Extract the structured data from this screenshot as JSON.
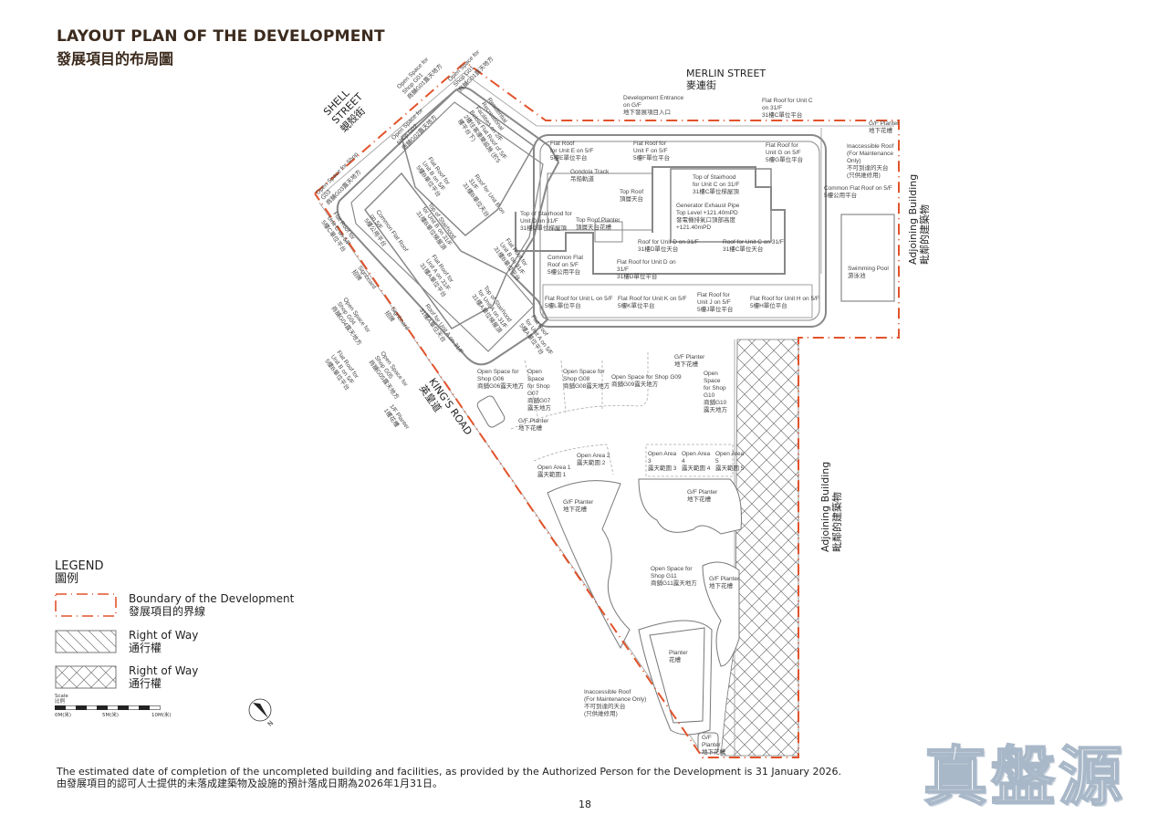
{
  "header": {
    "title_en": "LAYOUT PLAN OF THE DEVELOPMENT",
    "title_zh": "發展項目的布局圖"
  },
  "colors": {
    "title": "#3b2a1d",
    "boundary": "#e2532b",
    "lines": "#888888",
    "watermark": "#a9b8c8"
  },
  "streets": {
    "merlin": "MERLIN STREET\n麥連街",
    "shell": "SHELL STREET\n蜆殼街",
    "kings": "KING'S ROAD\n英皇道",
    "adjoining_1": "Adjoining Building\n毗鄰的建築物",
    "adjoining_2": "Adjoining Building\n毗鄰的建築物"
  },
  "plan": {
    "labels": [
      "Development Entrance\non G/F\n地下發展項目入口",
      "Flat Roof for Unit C\non 31/F\n31樓C單位平台",
      "G/F Planter\n地下花槽",
      "Inaccessible Roof\n(For Maintenance\nOnly)\n不可到達的天台\n(只供維修用)",
      "Common Flat Roof on 5/F\n5樓公用平台",
      "Swimming Pool\n游泳池",
      "Flat Roof for\nUnit G on 5/F\n5樓G單位平台",
      "Flat Roof for\nUnit F on 5/F\n5樓F單位平台",
      "Flat Roof\nfor Unit E on 5/F\n5樓E單位平台",
      "Gondola Track\n吊船軌道",
      "Top Roof\n頂層天台",
      "Top of Stairhood\nfor Unit C on 31/F\n31樓C單位梯屋頂",
      "Generator Exhaust Pipe\nTop Level +121.40mPD\n發電機排氣口頂部高度+121.40mPD",
      "Top of Stairhood for\nUnit D on 31/F\n31樓D單位梯屋頂",
      "Top Roof Planter\n頂層天台花槽",
      "Roof for Unit D on 31/F\n31樓D單位天台",
      "Roof for Unit C on 31/F\n31樓C單位天台",
      "Common Flat\nRoof on 5/F\n5樓公用平台",
      "Flat Roof for Unit D on 31/F\n31樓D單位平台",
      "Flat Roof for Unit L on 5/F\n5樓L單位平台",
      "Flat Roof for Unit K on 5/F\n5樓K單位平台",
      "Flat Roof for\nUnit J on 5/F\n5樓J單位平台",
      "Flat Roof for Unit H on 5/F\n5樓H單位平台",
      "Open Space for\nShop G06\n商舖G06露天地方",
      "Open Space\nfor Shop G07\n商舖G07\n露天地方",
      "Open Space for\nShop G08\n商舖G08露天地方",
      "Open Space for Shop G09\n商舖G09露天地方",
      "G/F Planter\n地下花槽",
      "Open Space\nfor Shop G10\n商舖G10\n露天地方",
      "G/F Planter\n地下花槽",
      "Open Area 1\n露天範圍 1",
      "Open Area 2\n露天範圍 2",
      "Open Area 3\n露天範圍 3",
      "Open Area 4\n露天範圍 4",
      "Open Area 5\n露天範圍 5",
      "G/F Planter\n地下花槽",
      "G/F Planter\n地下花槽",
      "Open Space for\nShop G11\n商舖G11露天地方",
      "G/F Planter\n地下花槽",
      "Planter\n花槽",
      "Inaccessible Roof\n(For Maintenance Only)\n不可到達的天台\n(只供維修用)",
      "G/F\nPlanter\n地下花槽"
    ],
    "rotated_labels": [
      "Open Space for Shop G03\n商舖G03露天地方",
      "Open Space for\nShop G02\n商舖G02露天地方",
      "Open Space for\nShop G01\n商舖G01露天地方",
      "Open Space for\nShop G01\n商舖G01露天地方",
      "Residential Recreational\nFacilities on 2/F\nBelow Flat Roof of 5/F\n2樓住客康樂設施 (於5樓平台下)",
      "Flat Roof for\nUnit B on 5/F\n5樓B單位平台",
      "Roof for Unit B on 31/F\n31樓B單位天台",
      "Top of Stairhood\nfor Unit B on 31/F\n31樓B單位梯屋頂",
      "Flat Roof for\nUnit B on 31/F\n31樓B單位平台",
      "Common Flat Roof\non 5/F\n5樓公用平台",
      "Flat Roof for\nUnit A on 31/F\n31樓A單位平台",
      "Flat Roof for\nUnit C on 5/F\n5樓C單位平台",
      "Top of Stairhood\nfor Unit A on 31/F\n31樓A單位梯屋頂",
      "Roof for Unit A on 31/F\n31樓A單位天台",
      "Flat Roof\nfor Unit A on 5/F\n5樓A單位平台",
      "Signboard\n招牌",
      "Open Space for\nShop G04\n商舖G04露天地方",
      "Signboard\n招牌",
      "Open Space for\nShop G05\n商舖G05露天地方",
      "Flat Roof for\nUnit B on 5/F\n5樓B單位平台",
      "1/F Planter\n1樓花槽"
    ]
  },
  "legend": {
    "heading": "LEGEND\n圖例",
    "items": [
      {
        "label": "Boundary of the Development\n發展項目的界線",
        "symbol": "red-dash-dot-boundary"
      },
      {
        "label": "Right of Way\n通行權",
        "symbol": "diagonal-hatch"
      },
      {
        "label": "Right of Way\n通行權",
        "symbol": "cross-hatch"
      }
    ],
    "scale_label": "Scale\n比例",
    "scale_ticks": [
      "0M(米)",
      "5M(米)",
      "10M(米)"
    ],
    "north_label": "N",
    "north_icon": "north-arrow-icon"
  },
  "footer": {
    "note": "The estimated date of completion of the uncompleted building and facilities, as provided by the Authorized Person for the Development is 31 January 2026.\n由發展項目的認可人士提供的未落成建築物及設施的預計落成日期為2026年1月31日。",
    "page_number": "18"
  },
  "watermark": "真盤源"
}
